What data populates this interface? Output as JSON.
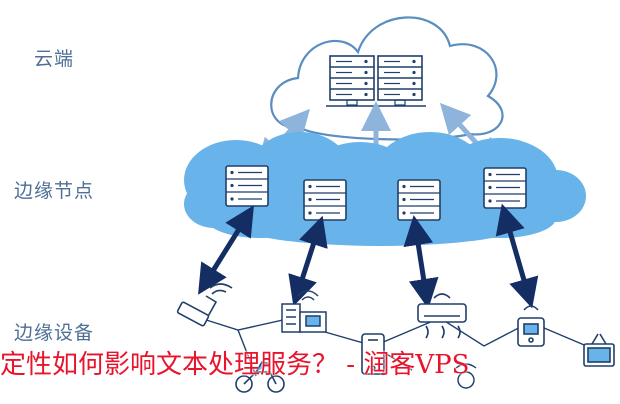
{
  "labels": {
    "cloud": "云端",
    "edge_node": "边缘节点",
    "edge_device": "边缘设备"
  },
  "watermark": "定性如何影响文本处理服务？ - 润客VPS",
  "colors": {
    "label_text": "#4f6f96",
    "edge_cloud_fill": "#67b3ea",
    "top_cloud_stroke": "#5a8dc0",
    "server_stroke": "#1f3f6b",
    "arrow_dark": "#142d63",
    "arrow_light": "#8fb4dc",
    "watermark_text": "#e8142c"
  },
  "icons": [
    "cloud-server-rack-icon",
    "edge-server-icon",
    "security-camera-icon",
    "factory-building-icon",
    "smartphone-icon",
    "air-conditioner-icon",
    "smart-lock-icon",
    "television-icon",
    "motorcycle-icon"
  ]
}
